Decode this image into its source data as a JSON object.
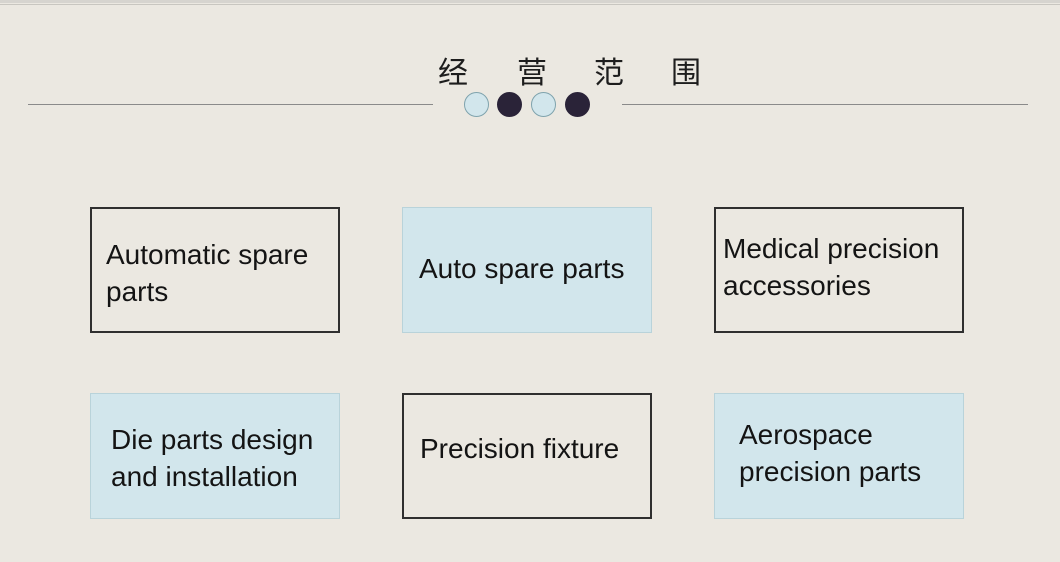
{
  "header": {
    "title_chars": [
      "经",
      "营",
      "范",
      "围"
    ]
  },
  "colors": {
    "background": "#ebe8e1",
    "light_fill": "#d2e6ec",
    "dark_dot": "#2a2338",
    "outline": "#2f2f2f"
  },
  "cards": [
    {
      "label": "Automatic spare\nparts",
      "style": "outline"
    },
    {
      "label": "Auto spare parts",
      "style": "filled"
    },
    {
      "label": "Medical precision\n accessories",
      "style": "outline"
    },
    {
      "label": "Die parts design\nand installation",
      "style": "filled"
    },
    {
      "label": "Precision fixture",
      "style": "outline"
    },
    {
      "label": "Aerospace\nprecision parts",
      "style": "filled"
    }
  ]
}
